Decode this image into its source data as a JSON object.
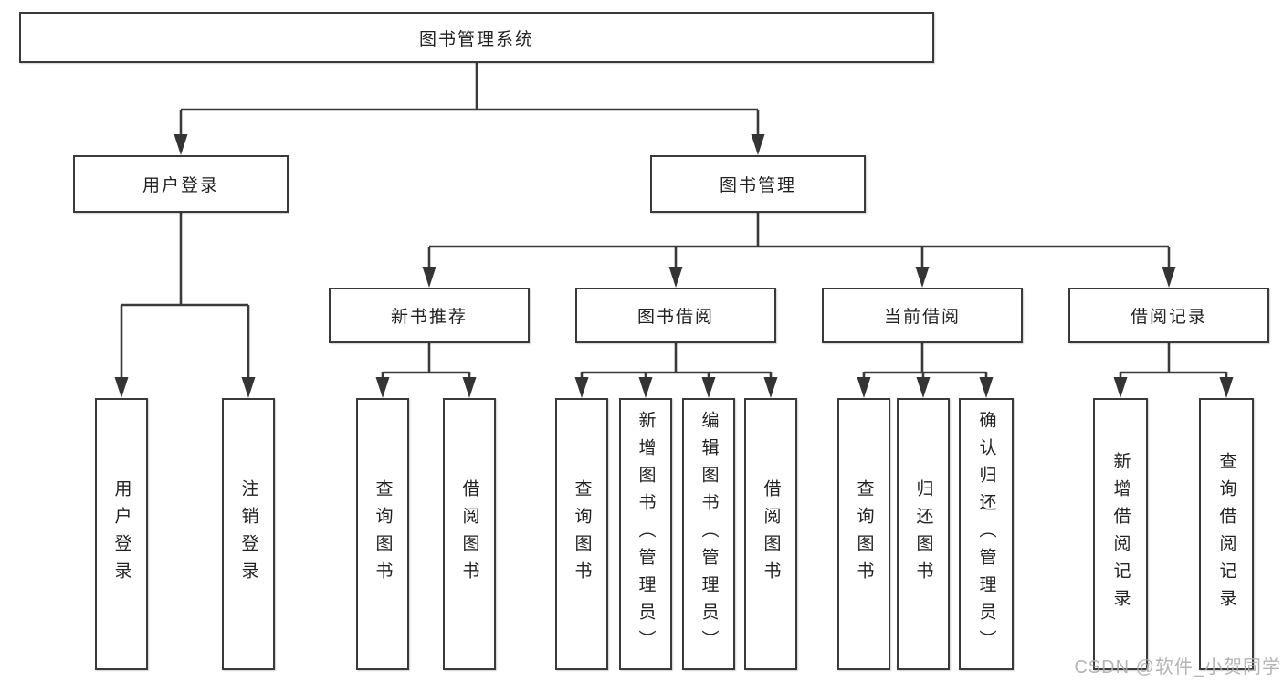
{
  "diagram_title": "图书管理系统",
  "tree": {
    "root": {
      "label": "图书管理系统"
    },
    "branches": [
      {
        "label": "用户登录",
        "children": [
          {
            "label": "用户登录"
          },
          {
            "label": "注销登录"
          }
        ]
      },
      {
        "label": "图书管理",
        "children": [
          {
            "label": "新书推荐",
            "children": [
              {
                "label": "查询图书"
              },
              {
                "label": "借阅图书"
              }
            ]
          },
          {
            "label": "图书借阅",
            "children": [
              {
                "label": "查询图书"
              },
              {
                "label": "新增图书（管理员）"
              },
              {
                "label": "编辑图书（管理员）"
              },
              {
                "label": "借阅图书"
              }
            ]
          },
          {
            "label": "当前借阅",
            "children": [
              {
                "label": "查询图书"
              },
              {
                "label": "归还图书"
              },
              {
                "label": "确认归还（管理员）"
              }
            ]
          },
          {
            "label": "借阅记录",
            "children": [
              {
                "label": "新增借阅记录"
              },
              {
                "label": "查询借阅记录"
              }
            ]
          }
        ]
      }
    ]
  },
  "watermark": {
    "text": "CSDN @软件_小贺同学"
  },
  "colors": {
    "line": "#3a3a3a",
    "box_border": "#3a3a3a",
    "box_fill": "#ffffff",
    "text": "#222222",
    "watermark": "#acacac",
    "background": "#ffffff"
  }
}
